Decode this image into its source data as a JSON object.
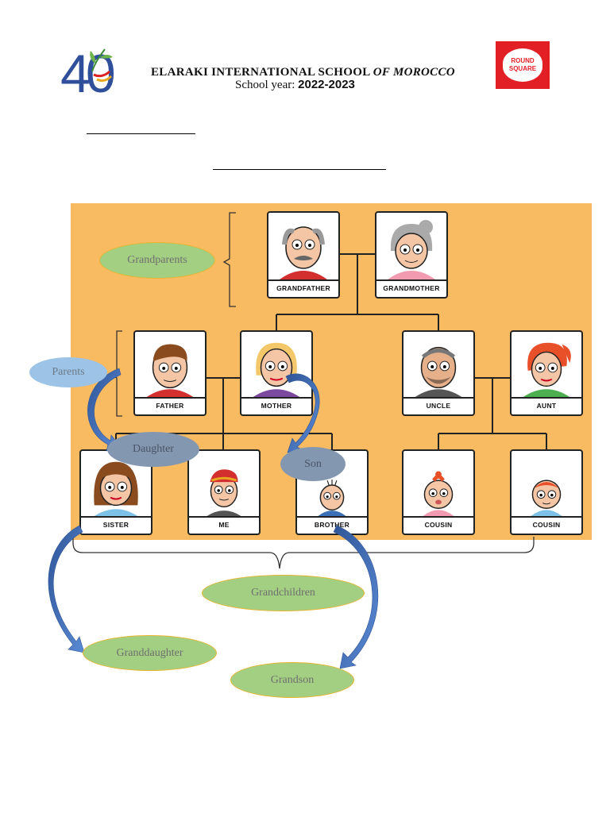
{
  "header": {
    "school_name_part1": "ELARAKI INTERNATIONAL SCHOOL",
    "school_name_part2": "OF MOROCCO",
    "year_label": "School year:",
    "year_value": "2022-2023",
    "left_logo_text": "40",
    "right_logo_text": "ROUND SQUARE"
  },
  "tree": {
    "cards": {
      "grandfather": "GRANDFATHER",
      "grandmother": "GRANDMOTHER",
      "father": "FATHER",
      "mother": "MOTHER",
      "uncle": "UNCLE",
      "aunt": "AUNT",
      "sister": "SISTER",
      "me": "ME",
      "brother": "BROTHER",
      "cousin1": "COUSIN",
      "cousin2": "COUSIN"
    },
    "labels": {
      "grandparents": "Grandparents",
      "parents": "Parents",
      "daughter": "Daughter",
      "son": "Son",
      "grandchildren": "Grandchildren",
      "granddaughter": "Granddaughter",
      "grandson": "Grandson"
    }
  },
  "colors": {
    "panel": "#f9bb62",
    "green_label": "#a3cf83",
    "blue_label": "#9dc3e6",
    "slate_label": "#8497b0",
    "arrow": "#4472c4"
  }
}
